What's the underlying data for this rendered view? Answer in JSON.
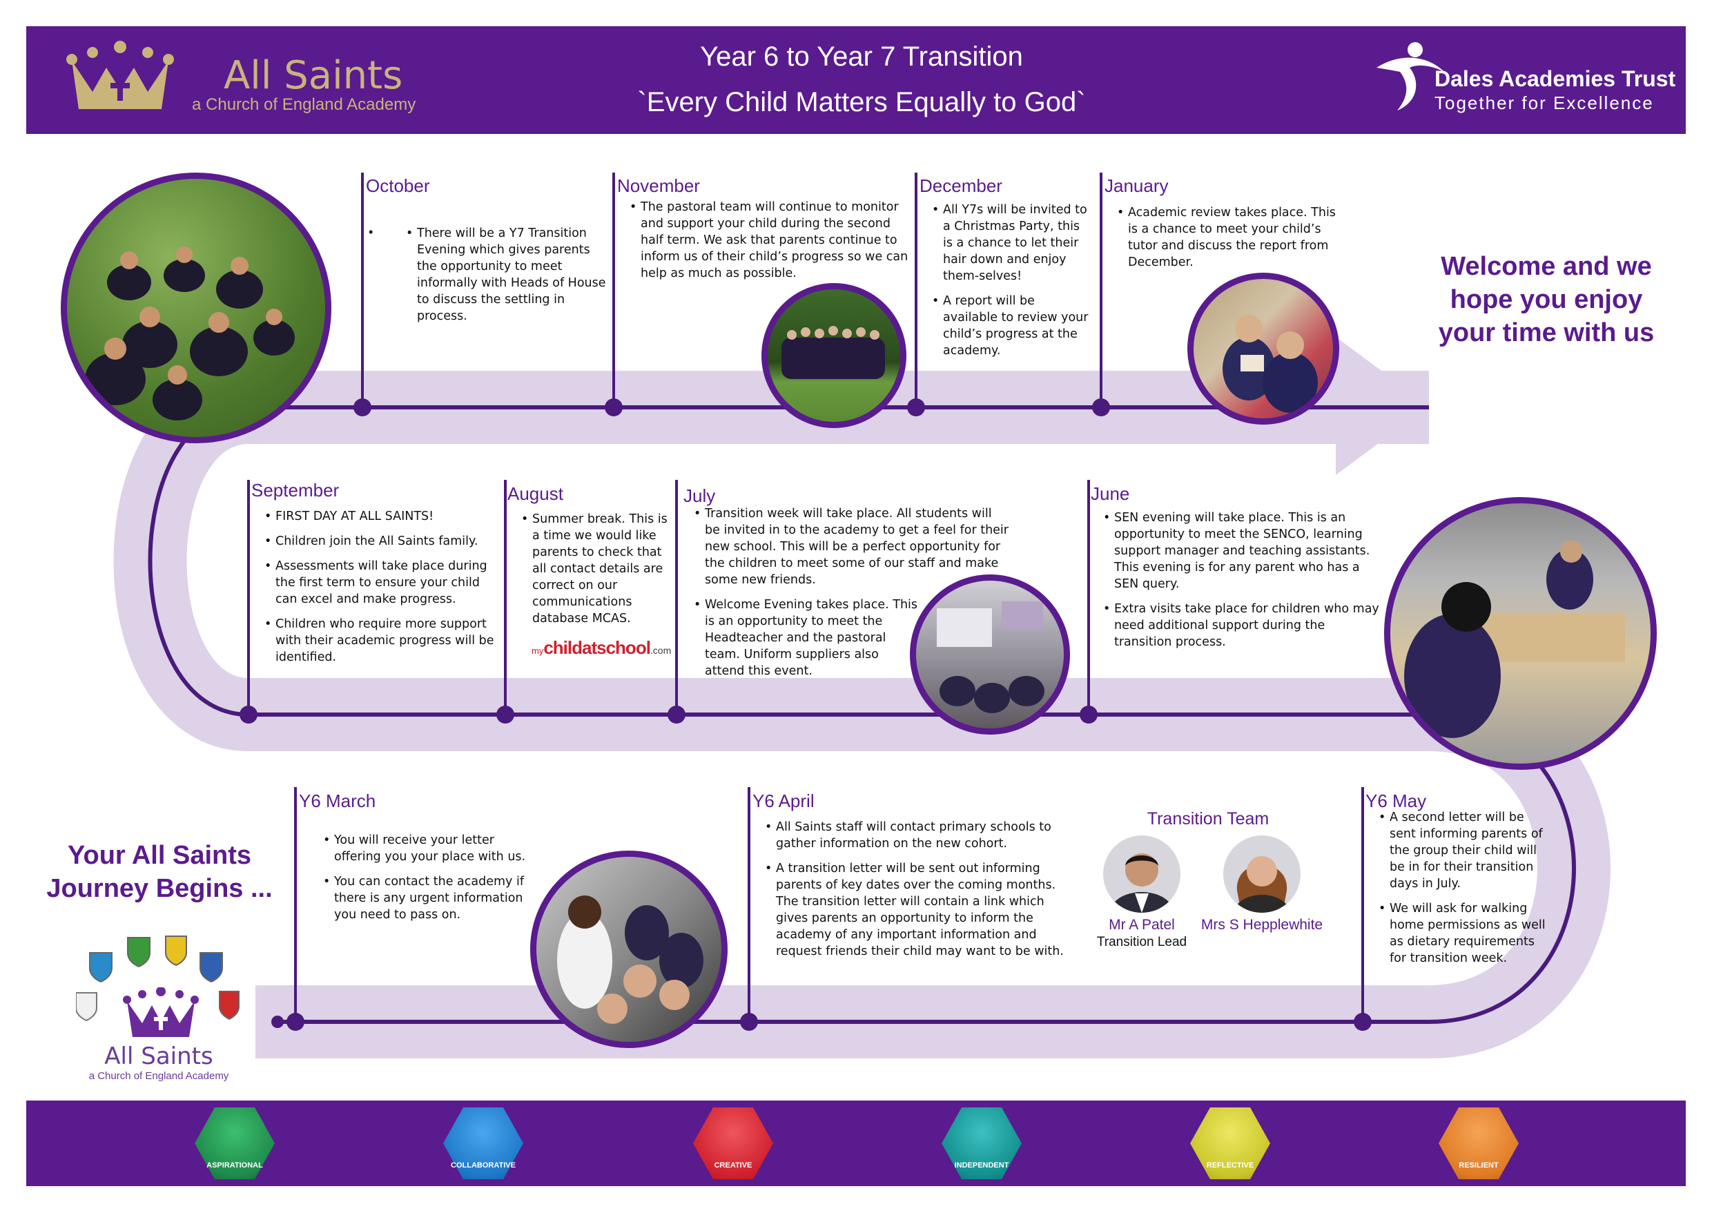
{
  "header": {
    "brand_name": "All Saints",
    "brand_tagline": "a Church of England Academy",
    "title": "Year 6 to Year 7 Transition",
    "motto": "`Every Child Matters Equally to God`",
    "trust_name": "Dales Academies Trust",
    "trust_tagline": "Together for Excellence"
  },
  "welcome": "Welcome and we hope you enjoy your time with us",
  "journey_begins": "Your All Saints Journey Begins ...",
  "timeline": {
    "october": {
      "label": "October",
      "items": [
        "There will be a Y7 Transition Evening which gives parents the opportunity to meet informally with Heads of House to discuss the settling in process."
      ]
    },
    "november": {
      "label": "November",
      "items": [
        "The pastoral team will continue to monitor and support your child during the second half term.  We ask that parents continue to inform us of their child’s progress so we can help as much as possible."
      ]
    },
    "december": {
      "label": "December",
      "items": [
        "All Y7s will be invited to a Christmas Party, this is a chance to let their hair down and enjoy them-selves!",
        "A report will be available to review your child’s progress at the academy."
      ]
    },
    "january": {
      "label": "January",
      "items": [
        "Academic review takes place. This is a chance to meet your child’s tutor and discuss the report from December."
      ]
    },
    "september": {
      "label": "September",
      "items": [
        "FIRST DAY AT ALL SAINTS!",
        "Children join the All Saints family.",
        "Assessments will take place during the first term to ensure your child can excel and make progress.",
        "Children who require more support with their academic progress will be identified."
      ]
    },
    "august": {
      "label": "August",
      "items": [
        "Summer break. This is a time we would like parents to check that all contact details are correct on our communications database MCAS."
      ]
    },
    "july": {
      "label": "July",
      "items": [
        "Transition week will take place. All students will be invited in to the academy to get a feel for their new school. This will be a perfect opportunity for the children to meet some of our staff and make some new friends.",
        "Welcome Evening takes place. This is an opportunity to meet the Headteacher and the pastoral team. Uniform suppliers also attend this event."
      ]
    },
    "june": {
      "label": "June",
      "items": [
        "SEN evening will take place. This is an opportunity to meet the SENCO, learning support manager and teaching assistants. This evening is for any parent who has a SEN query.",
        "Extra visits take place for children who may need additional support during the transition process."
      ]
    },
    "march": {
      "label": "Y6 March",
      "items": [
        "You will receive your letter offering you your place with us.",
        "You can contact the academy if there is any urgent information you need to pass on."
      ]
    },
    "april": {
      "label": "Y6 April",
      "items": [
        "All Saints staff will contact primary schools to gather information on the new cohort.",
        "A transition letter will be sent out informing parents of key dates over the coming months. The transition letter will contain a link which gives parents an opportunity to inform the academy of any important information and request friends their child may want to be with."
      ]
    },
    "may": {
      "label": "Y6 May",
      "items": [
        "A second letter will be sent informing parents of the group their child will be in for their transition days in July.",
        "We will ask for walking home permissions as well as dietary requirements for transition week."
      ]
    }
  },
  "mcas_logo": {
    "prefix": "my",
    "brand": "childatschool",
    "suffix": ".com"
  },
  "transition_team": {
    "title": "Transition Team",
    "members": [
      {
        "name": "Mr A Patel",
        "role": "Transition Lead"
      },
      {
        "name": "Mrs S Hepplewhite",
        "role": ""
      }
    ]
  },
  "bottom_logo": {
    "name": "All Saints",
    "tagline": "a Church of England Academy"
  },
  "values": [
    {
      "label": "ASPIRATIONAL",
      "color": "#1f8a4c"
    },
    {
      "label": "COLLABORATIVE",
      "color": "#1e78c8"
    },
    {
      "label": "CREATIVE",
      "color": "#d0212d"
    },
    {
      "label": "INDEPENDENT",
      "color": "#138f8f"
    },
    {
      "label": "REFLECTIVE",
      "color": "#c9c62a"
    },
    {
      "label": "RESILIENT",
      "color": "#e07b25"
    }
  ],
  "colors": {
    "brand_purple": "#5a1b8e",
    "band_lilac": "#ddd2e8",
    "gold": "#c9b47a"
  }
}
